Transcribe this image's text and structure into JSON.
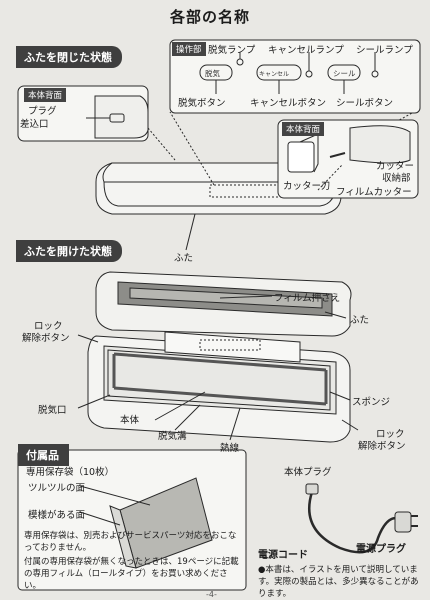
{
  "page": {
    "title": "各部の名称"
  },
  "closed_section": {
    "title": "ふたを閉じた状態",
    "back_inset": {
      "tag": "本体背面",
      "plug_socket": "プラグ差込口",
      "plug_socket_line1": "プラグ",
      "plug_socket_line2": "差込口"
    },
    "control_panel": {
      "tag": "操作部",
      "lamps": [
        "脱気ランプ",
        "キャンセルランプ",
        "シールランプ"
      ],
      "button_faces": [
        "脱気",
        "キャンセル",
        "シール"
      ],
      "buttons": [
        "脱気ボタン",
        "キャンセルボタン",
        "シールボタン"
      ]
    },
    "cutter_inset": {
      "tag": "本体背面",
      "cutter_blade": "カッター刃",
      "cutter_storage_line1": "カッター",
      "cutter_storage_line2": "収納部",
      "film_cutter": "フィルムカッター"
    },
    "lid": "ふた"
  },
  "open_section": {
    "title": "ふたを開けた状態",
    "labels": {
      "film_presser": "フィルム押さえ",
      "lid": "ふた",
      "lock_release_left_1": "ロック",
      "lock_release_left_2": "解除ボタン",
      "vent": "脱気口",
      "sponge": "スポンジ",
      "body": "本体",
      "groove": "脱気溝",
      "heat_wire": "熱線",
      "lock_release_right_1": "ロック",
      "lock_release_right_2": "解除ボタン"
    }
  },
  "accessories": {
    "title": "付属品",
    "bag": {
      "name": "専用保存袋（10枚）",
      "smooth": "ツルツルの面",
      "textured": "模様がある面",
      "note_1": "専用保存袋は、別売およびサービスパーツ対応をおこなっておりません。",
      "note_2": "付属の専用保存袋が無くなったときは、19ページに記載の専用フィルム（ロールタイプ）をお買い求めください。"
    },
    "body_plug": "本体プラグ",
    "power_cord": "電源コード",
    "power_plug": "電源プラグ",
    "footnote": "●本書は、イラストを用いて説明しています。実際の製品とは、多少異なることがあります。",
    "page_mark": "-4-"
  },
  "colors": {
    "ink": "#1c1c1c",
    "tag_bg": "#444444",
    "paper": "#e9e8e4"
  }
}
